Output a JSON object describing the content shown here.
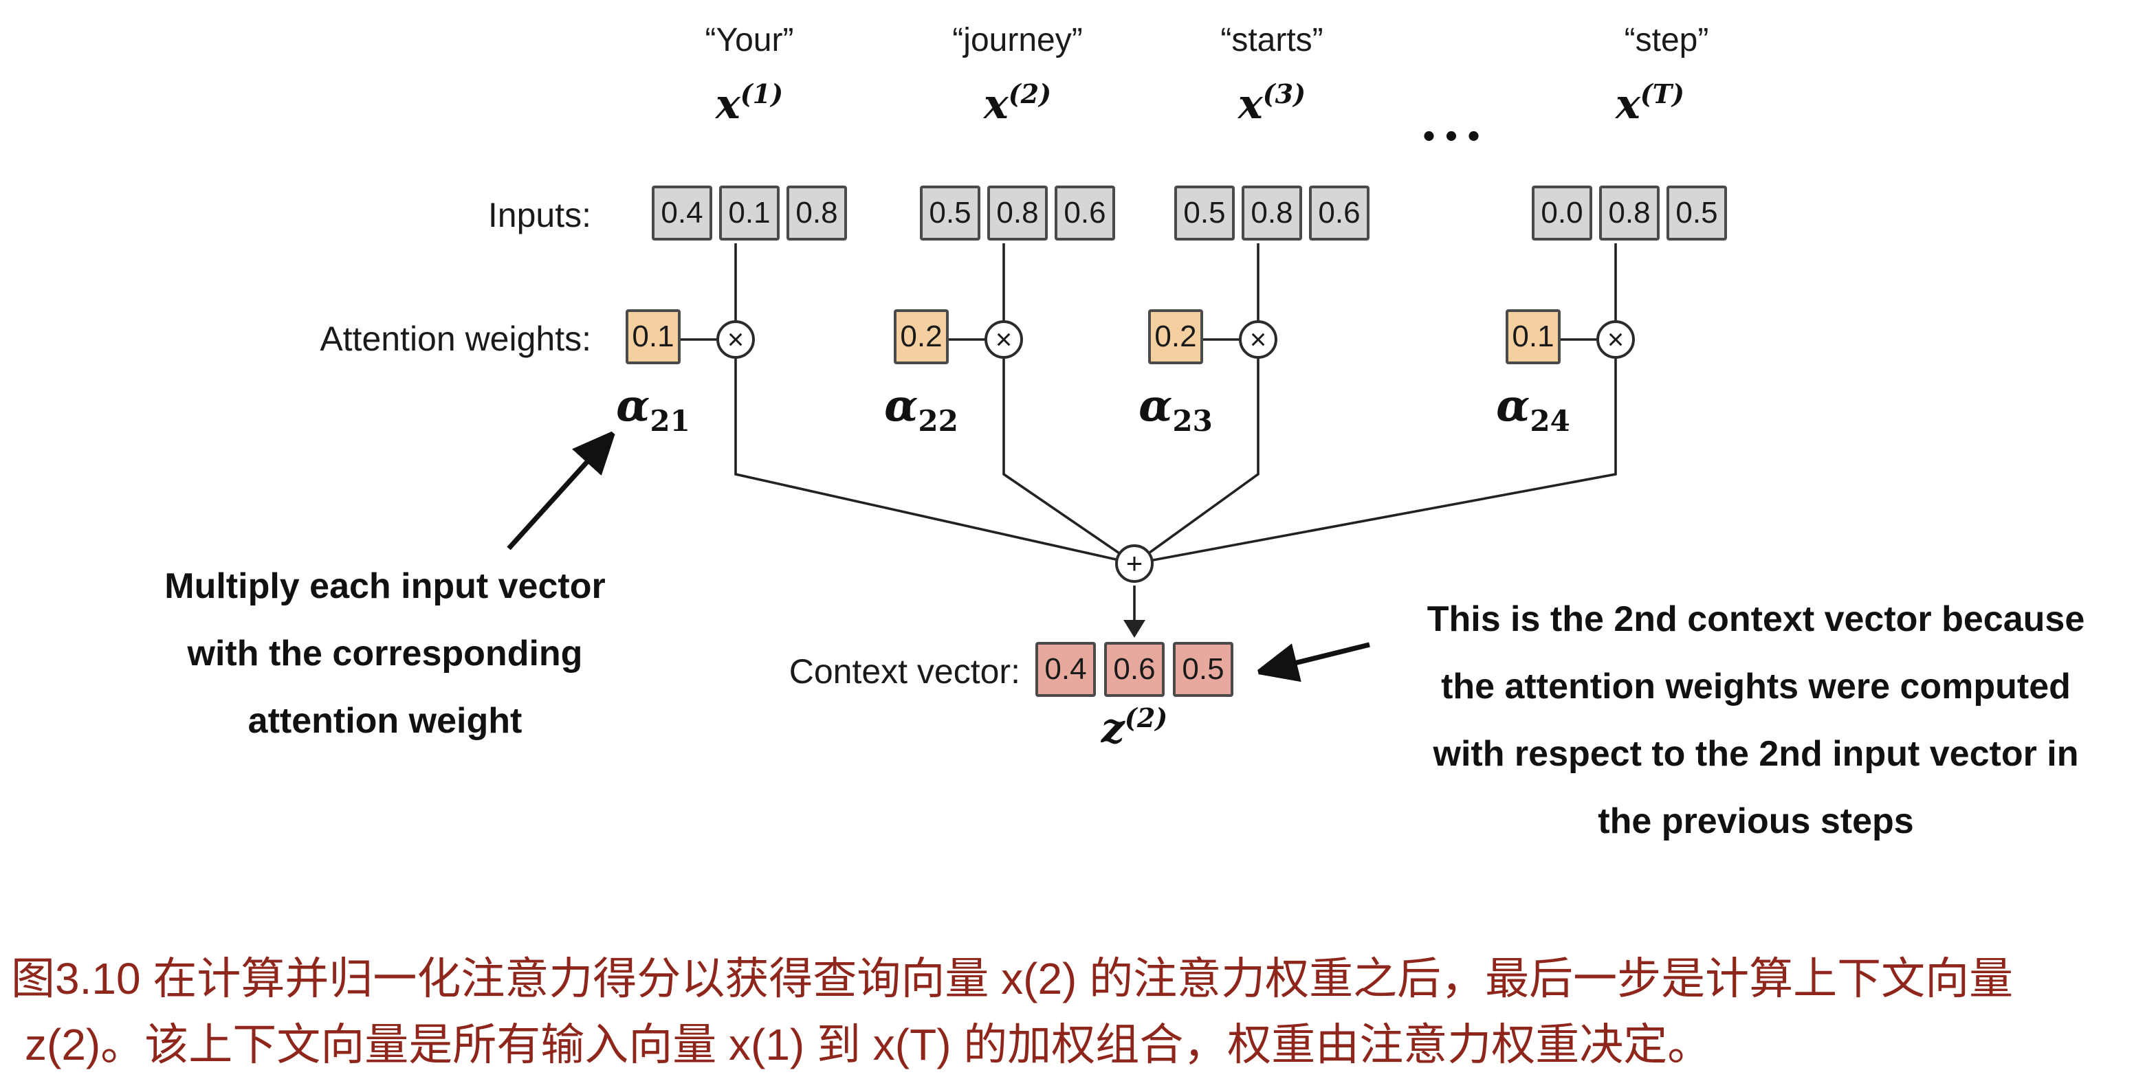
{
  "figure": {
    "labels": {
      "inputs": "Inputs:",
      "attention": "Attention weights:",
      "context": "Context vector:"
    },
    "ops": {
      "times": "×",
      "plus": "+",
      "dots": "..."
    },
    "columns": [
      {
        "word": "“Your”",
        "var": "x",
        "sup": "(1)",
        "values": [
          "0.4",
          "0.1",
          "0.8"
        ],
        "weight": "0.1",
        "alpha": "α",
        "alpha_sub": "21"
      },
      {
        "word": "“journey”",
        "var": "x",
        "sup": "(2)",
        "values": [
          "0.5",
          "0.8",
          "0.6"
        ],
        "weight": "0.2",
        "alpha": "α",
        "alpha_sub": "22"
      },
      {
        "word": "“starts”",
        "var": "x",
        "sup": "(3)",
        "values": [
          "0.5",
          "0.8",
          "0.6"
        ],
        "weight": "0.2",
        "alpha": "α",
        "alpha_sub": "23"
      },
      {
        "word": "“step”",
        "var": "x",
        "sup": "(T)",
        "values": [
          "0.0",
          "0.8",
          "0.5"
        ],
        "weight": "0.1",
        "alpha": "α",
        "alpha_sub": "24"
      }
    ],
    "context_vector": {
      "values": [
        "0.4",
        "0.6",
        "0.5"
      ],
      "var": "z",
      "sup": "(2)"
    },
    "left_note": {
      "line1": "Multiply each input vector",
      "line2": "with the corresponding",
      "line3": "attention weight"
    },
    "right_note": {
      "line1": "This is the 2nd context vector because",
      "line2": "the attention weights were computed",
      "line3": "with respect to the 2nd input vector in",
      "line4": "the previous steps"
    }
  },
  "caption": {
    "line1": "图3.10 在计算并归一化注意力得分以获得查询向量 x(2) 的注意力权重之后，最后一步是计算上下文向量",
    "line2": "z(2)。该上下文向量是所有输入向量 x(1) 到 x(T) 的加权组合，权重由注意力权重决定。"
  },
  "colors": {
    "input_box": "#d6d6d6",
    "weight_box": "#f4cfa0",
    "context_box": "#e7a89d",
    "caption_text": "#8f261c"
  }
}
